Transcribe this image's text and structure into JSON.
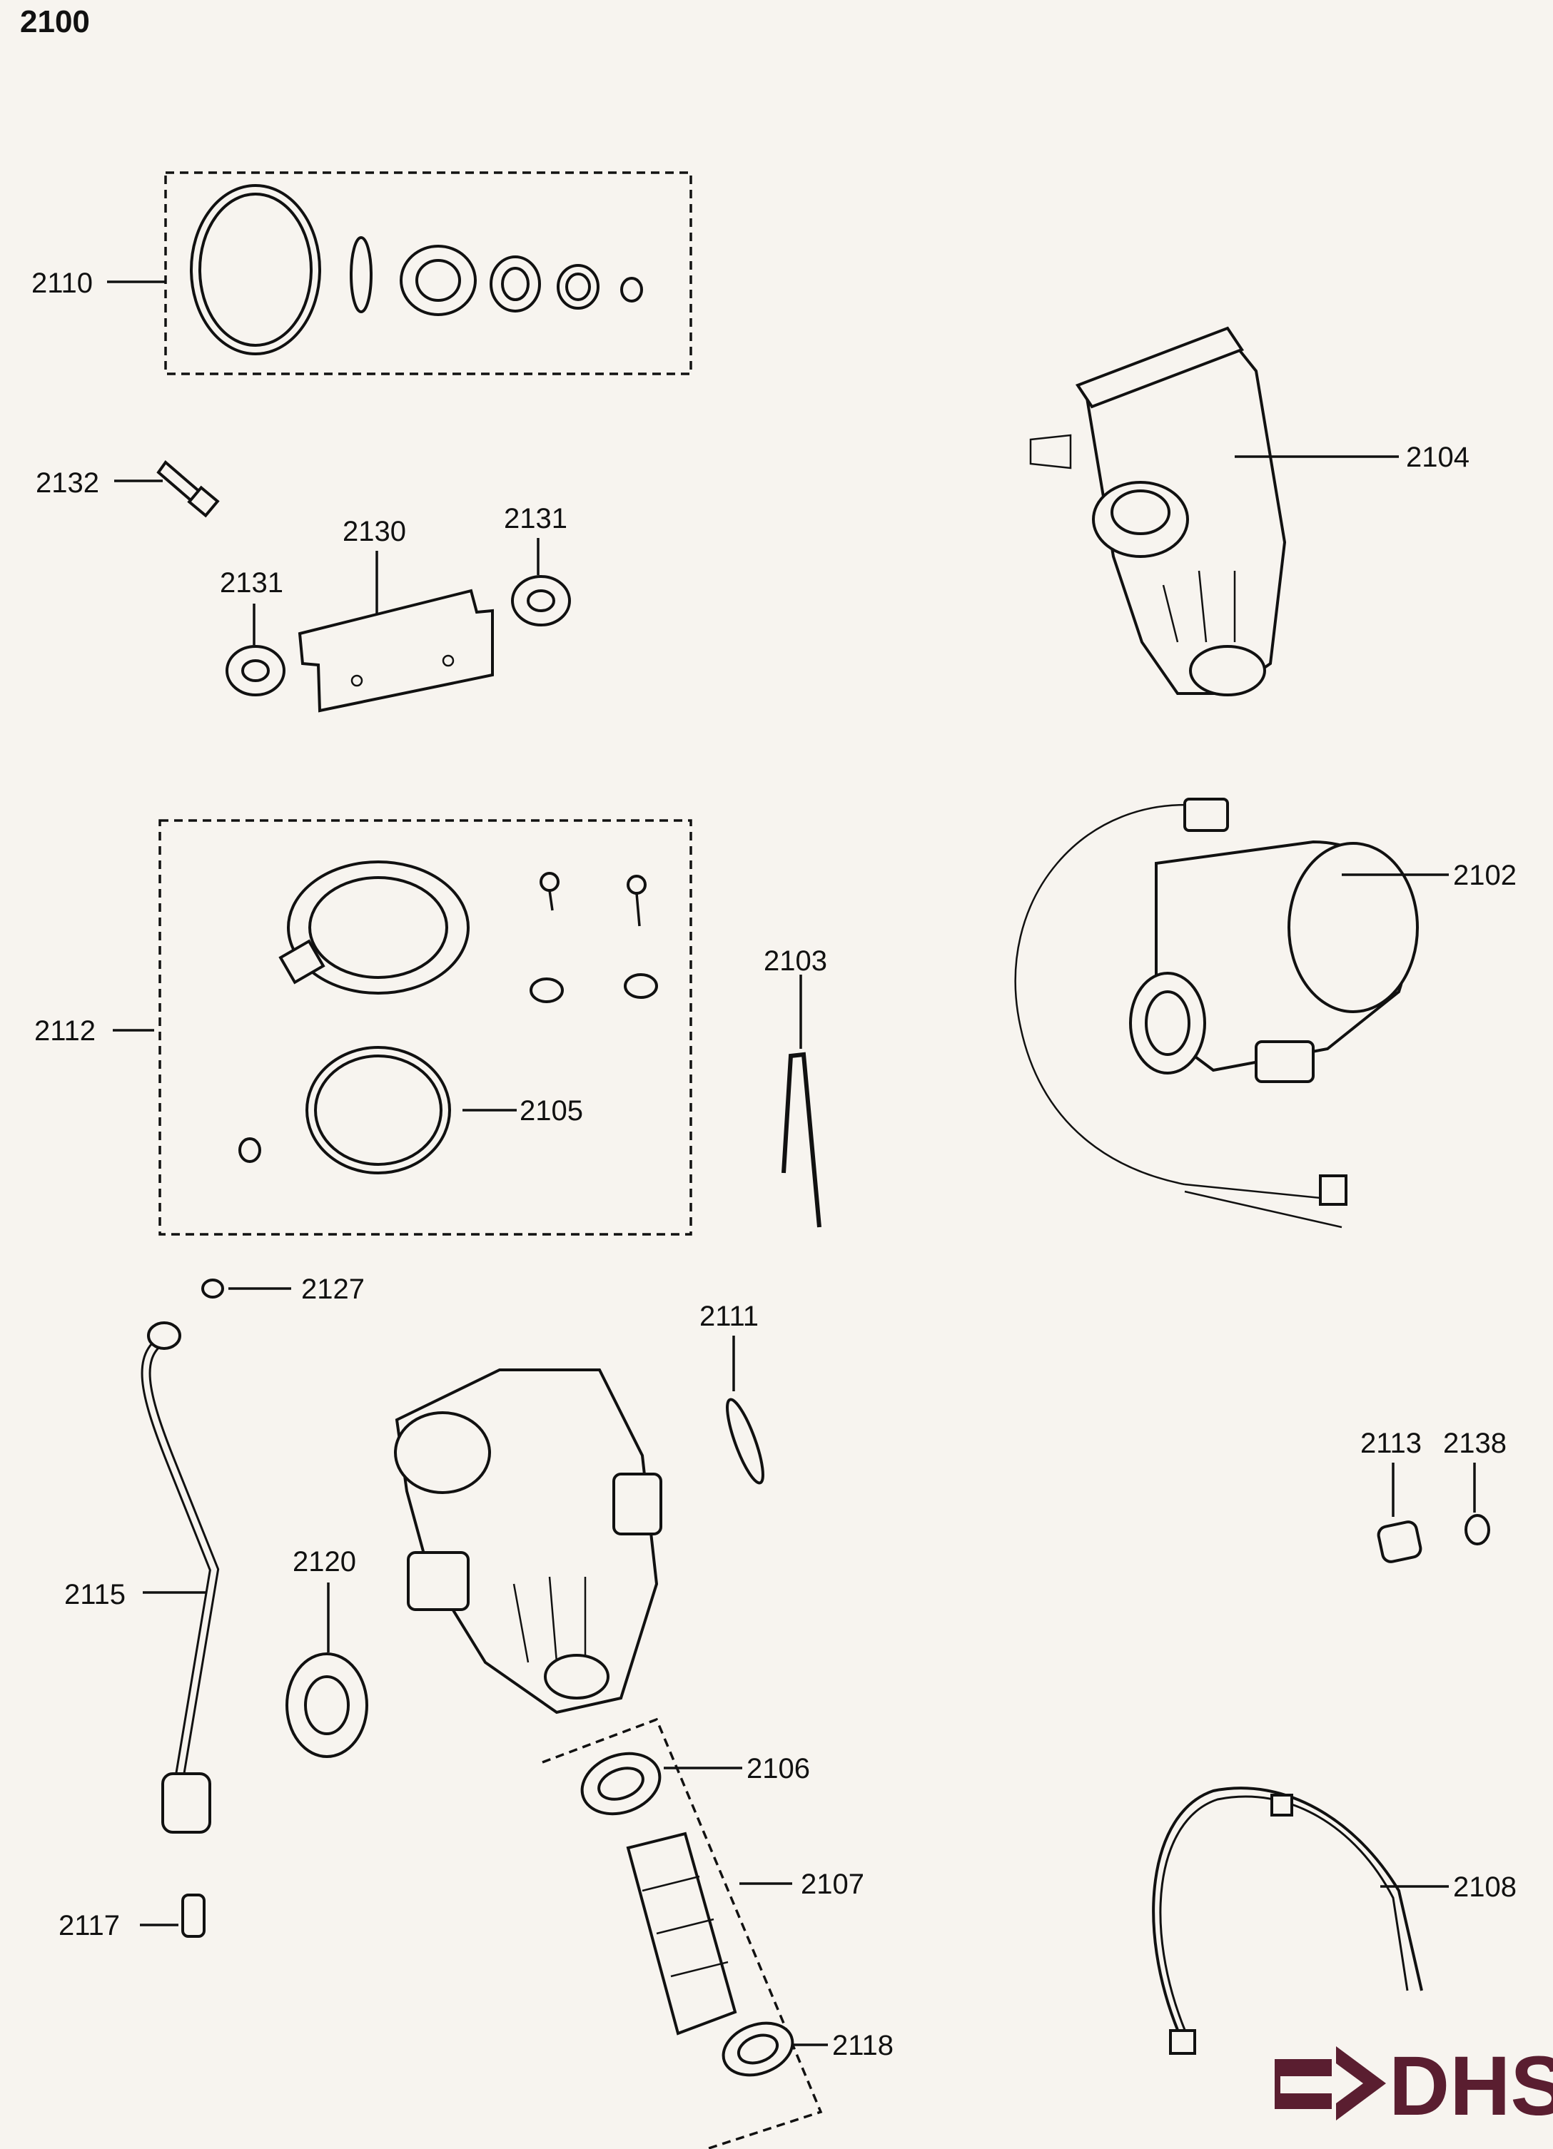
{
  "page": {
    "title": "2100"
  },
  "logo": {
    "text": "DHS",
    "color": "#5a1e30"
  },
  "labels": {
    "p2110": "2110",
    "p2132": "2132",
    "p2130": "2130",
    "p2131a": "2131",
    "p2131b": "2131",
    "p2104": "2104",
    "p2102": "2102",
    "p2112": "2112",
    "p2105": "2105",
    "p2103": "2103",
    "p2127": "2127",
    "p2111": "2111",
    "p2113": "2113",
    "p2138": "2138",
    "p2115": "2115",
    "p2120": "2120",
    "p2106": "2106",
    "p2107": "2107",
    "p2118": "2118",
    "p2108": "2108",
    "p2117": "2117"
  }
}
